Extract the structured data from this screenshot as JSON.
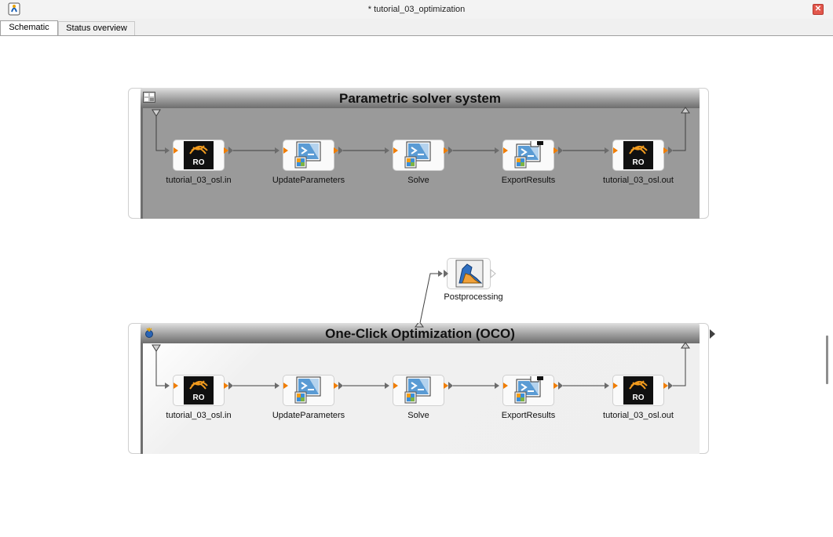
{
  "window": {
    "title": "* tutorial_03_optimization",
    "close_icon": "close-icon",
    "app_icon": "app-icon"
  },
  "tabs": [
    {
      "label": "Schematic",
      "active": true
    },
    {
      "label": "Status overview",
      "active": false
    }
  ],
  "systems": [
    {
      "title": "Parametric solver system",
      "icon": "system-grid-icon",
      "header_color": "#6d6d6d",
      "body_color": "#9a9a9a",
      "nodes": [
        {
          "label": "tutorial_03_osl.in",
          "icon": "robust-input-icon",
          "icon_text": "RO"
        },
        {
          "label": "UpdateParameters",
          "icon": "console-script-icon"
        },
        {
          "label": "Solve",
          "icon": "console-script-icon"
        },
        {
          "label": "ExportResults",
          "icon": "console-script-export-icon"
        },
        {
          "label": "tutorial_03_osl.out",
          "icon": "robust-output-icon",
          "icon_text": "RO"
        }
      ]
    },
    {
      "title": "One-Click Optimization (OCO)",
      "icon": "optimization-icon",
      "header_color": "#6d6d6d",
      "body_color": "#f0f0f0",
      "nodes": [
        {
          "label": "tutorial_03_osl.in",
          "icon": "robust-input-icon",
          "icon_text": "RO"
        },
        {
          "label": "UpdateParameters",
          "icon": "console-script-icon"
        },
        {
          "label": "Solve",
          "icon": "console-script-icon"
        },
        {
          "label": "ExportResults",
          "icon": "console-script-export-icon"
        },
        {
          "label": "tutorial_03_osl.out",
          "icon": "robust-output-icon",
          "icon_text": "RO"
        }
      ]
    }
  ],
  "postprocessing": {
    "label": "Postprocessing",
    "icon": "postprocessing-icon"
  },
  "colors": {
    "port_in": "#f07d00",
    "port_out": "#6b6b6b",
    "wire": "#404040"
  }
}
